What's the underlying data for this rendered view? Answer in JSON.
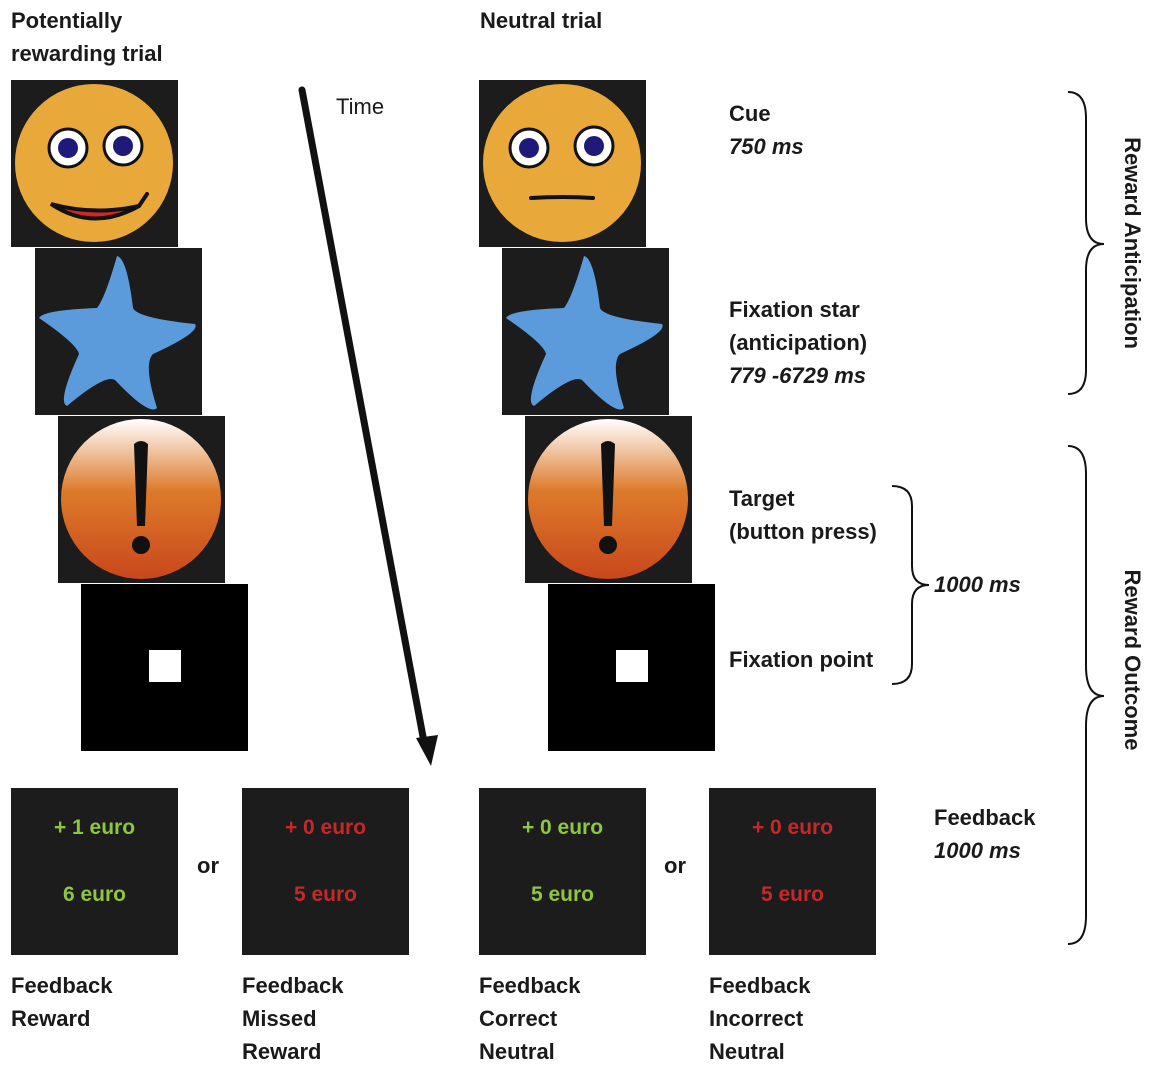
{
  "headers": {
    "rewarding": [
      "Potentially",
      "rewarding trial"
    ],
    "neutral": "Neutral trial"
  },
  "time_label": "Time",
  "stages": {
    "cue": {
      "label": "Cue",
      "duration": "750 ms"
    },
    "fixation_star": {
      "label": [
        "Fixation star",
        "(anticipation)"
      ],
      "duration": "779 -6729 ms"
    },
    "target": {
      "label": [
        "Target",
        "(button press)"
      ]
    },
    "fixation_point": {
      "label": "Fixation point"
    },
    "target_fixation_duration": "1000 ms",
    "feedback": {
      "label": "Feedback",
      "duration": "1000 ms"
    }
  },
  "phases": {
    "anticipation": "Reward Anticipation",
    "outcome": "Reward Outcome"
  },
  "feedback_panels": [
    {
      "top": "+ 1 euro",
      "bottom": "6 euro",
      "color": "#8dc63f",
      "caption": [
        "Feedback",
        "Reward"
      ]
    },
    {
      "top": "+ 0 euro",
      "bottom": "5 euro",
      "color": "#c62828",
      "caption": [
        "Feedback",
        "Missed",
        "Reward"
      ]
    },
    {
      "top": "+ 0 euro",
      "bottom": "5 euro",
      "color": "#8dc63f",
      "caption": [
        "Feedback",
        "Correct",
        "Neutral"
      ]
    },
    {
      "top": "+ 0 euro",
      "bottom": "5 euro",
      "color": "#c62828",
      "caption": [
        "Feedback",
        "Incorrect",
        "Neutral"
      ]
    }
  ],
  "or_label": "or",
  "colors": {
    "face": "#e8a93a",
    "star": "#5b9bdb",
    "panel_bg": "#1c1c1c",
    "target_top": "#ffffff",
    "target_mid": "#dd7a2a",
    "target_bottom": "#c9471c"
  }
}
